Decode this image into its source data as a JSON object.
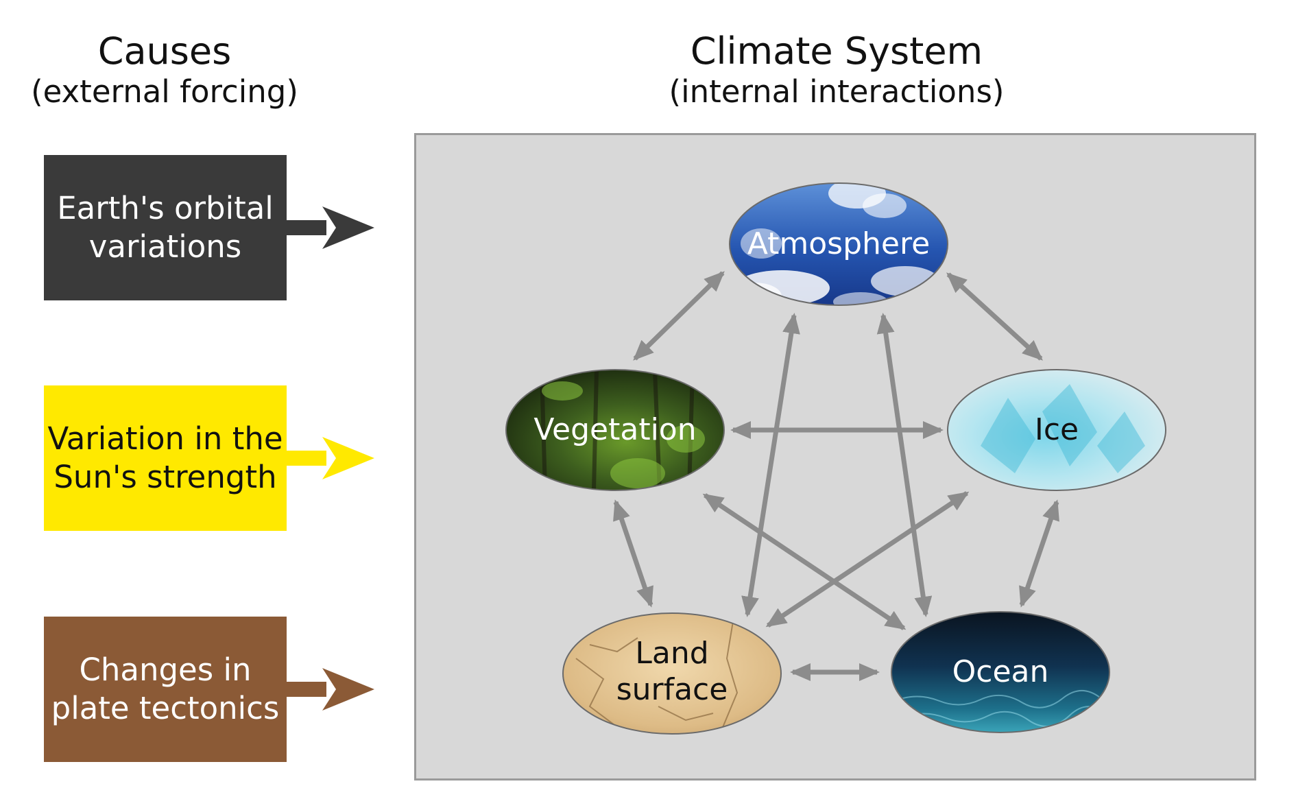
{
  "headings": {
    "causes": {
      "title": "Causes",
      "subtitle": "(external forcing)"
    },
    "climate": {
      "title": "Climate System",
      "subtitle": "(internal interactions)"
    }
  },
  "causes": [
    {
      "line1": "Earth's orbital",
      "line2": "variations",
      "bg": "#3a3a3a",
      "fg": "#ffffff"
    },
    {
      "line1": "Variation in the",
      "line2": "Sun's strength",
      "bg": "#ffe900",
      "fg": "#111111"
    },
    {
      "line1": "Changes in",
      "line2": "plate tectonics",
      "bg": "#8b5a36",
      "fg": "#ffffff"
    }
  ],
  "components": {
    "atmosphere": "Atmosphere",
    "ice": "Ice",
    "vegetation": "Vegetation",
    "land_line1": "Land",
    "land_line2": "surface",
    "ocean": "Ocean"
  },
  "colors": {
    "arrow_gray": "#8c8c8c",
    "panel_bg": "#d8d8d8"
  }
}
